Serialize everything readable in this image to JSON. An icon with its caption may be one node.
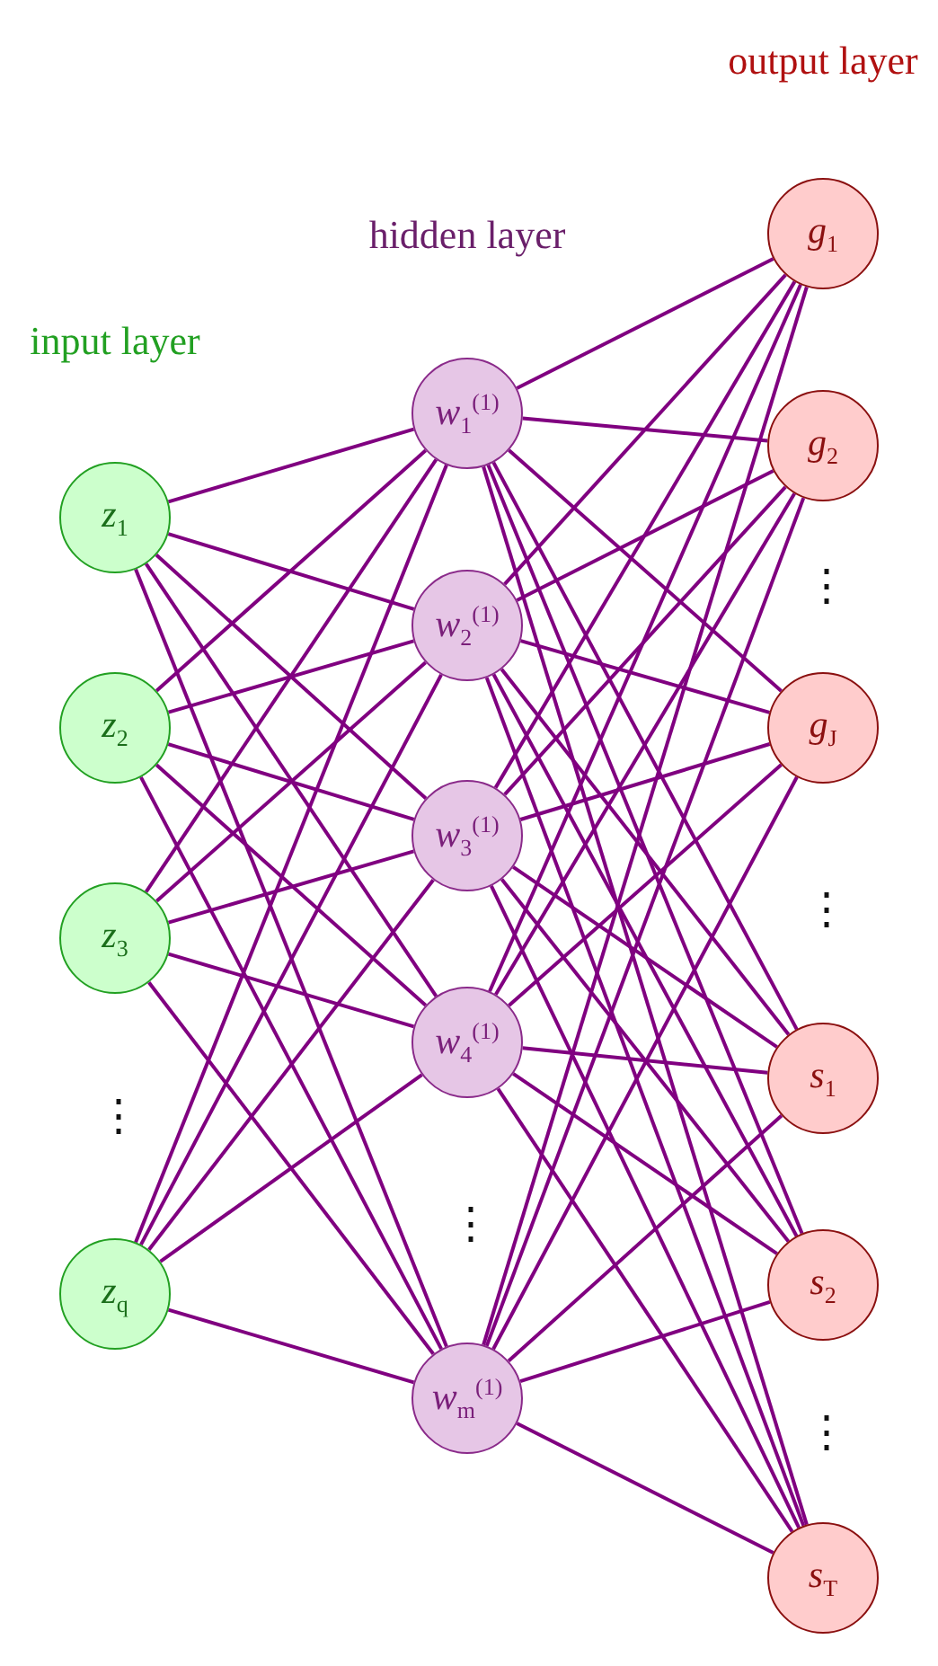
{
  "diagram": {
    "nodes": [
      {
        "text": [
          "*z*$_{1}$"
        ]
      },
      {
        "text": [
          "*z*$_{2}$"
        ]
      },
      {
        "text": [
          "*z*$_{3}$"
        ]
      },
      {
        "text": [
          "*z*$_{q}$"
        ]
      },
      {
        "text": [
          "*w*$_{1}$$^{(1)}$"
        ]
      },
      {
        "text": [
          "*w*$_{2}$$^{(1)}$"
        ]
      },
      {
        "text": [
          "*w*$_{3}$$^{(1)}$"
        ]
      },
      {
        "text": [
          "*w*$_{4}$$^{(1)}$"
        ]
      },
      {
        "text": [
          "*w*$_{m}$$^{(1)}$"
        ]
      },
      {
        "text": [
          "*g*$_{1}$"
        ]
      },
      {
        "text": [
          "*g*$_{2}$"
        ]
      },
      {
        "text": [
          "*g*$_{J}$"
        ]
      },
      {
        "text": [
          "*s*$_{1}$"
        ]
      },
      {
        "text": [
          "*s*$_{2}$"
        ]
      },
      {
        "text": [
          "*s*$_{T}$"
        ]
      }
    ],
    "edges": [
      {
        "from": 0,
        "to": 4,
        "arrow": "none"
      },
      {
        "from": 0,
        "to": 5,
        "arrow": "none"
      },
      {
        "from": 0,
        "to": 6,
        "arrow": "none"
      },
      {
        "from": 0,
        "to": 7,
        "arrow": "none"
      },
      {
        "from": 0,
        "to": 8,
        "arrow": "none"
      },
      {
        "from": 1,
        "to": 4,
        "arrow": "none"
      },
      {
        "from": 1,
        "to": 5,
        "arrow": "none"
      },
      {
        "from": 1,
        "to": 6,
        "arrow": "none"
      },
      {
        "from": 1,
        "to": 7,
        "arrow": "none"
      },
      {
        "from": 1,
        "to": 8,
        "arrow": "none"
      },
      {
        "from": 2,
        "to": 4,
        "arrow": "none"
      },
      {
        "from": 2,
        "to": 5,
        "arrow": "none"
      },
      {
        "from": 2,
        "to": 6,
        "arrow": "none"
      },
      {
        "from": 2,
        "to": 7,
        "arrow": "none"
      },
      {
        "from": 2,
        "to": 8,
        "arrow": "none"
      },
      {
        "from": 3,
        "to": 4,
        "arrow": "none"
      },
      {
        "from": 3,
        "to": 5,
        "arrow": "none"
      },
      {
        "from": 3,
        "to": 6,
        "arrow": "none"
      },
      {
        "from": 3,
        "to": 7,
        "arrow": "none"
      },
      {
        "from": 3,
        "to": 8,
        "arrow": "none"
      },
      {
        "from": 4,
        "to": 9,
        "arrow": "none"
      },
      {
        "from": 4,
        "to": 10,
        "arrow": "none"
      },
      {
        "from": 4,
        "to": 11,
        "arrow": "none"
      },
      {
        "from": 4,
        "to": 12,
        "arrow": "none"
      },
      {
        "from": 4,
        "to": 13,
        "arrow": "none"
      },
      {
        "from": 4,
        "to": 14,
        "arrow": "none"
      },
      {
        "from": 5,
        "to": 9,
        "arrow": "none"
      },
      {
        "from": 5,
        "to": 10,
        "arrow": "none"
      },
      {
        "from": 5,
        "to": 11,
        "arrow": "none"
      },
      {
        "from": 5,
        "to": 12,
        "arrow": "none"
      },
      {
        "from": 5,
        "to": 13,
        "arrow": "none"
      },
      {
        "from": 5,
        "to": 14,
        "arrow": "none"
      },
      {
        "from": 6,
        "to": 9,
        "arrow": "none"
      },
      {
        "from": 6,
        "to": 10,
        "arrow": "none"
      },
      {
        "from": 6,
        "to": 11,
        "arrow": "none"
      },
      {
        "from": 6,
        "to": 12,
        "arrow": "none"
      },
      {
        "from": 6,
        "to": 13,
        "arrow": "none"
      },
      {
        "from": 6,
        "to": 14,
        "arrow": "none"
      },
      {
        "from": 7,
        "to": 9,
        "arrow": "none"
      },
      {
        "from": 7,
        "to": 10,
        "arrow": "none"
      },
      {
        "from": 7,
        "to": 11,
        "arrow": "none"
      },
      {
        "from": 7,
        "to": 12,
        "arrow": "none"
      },
      {
        "from": 7,
        "to": 13,
        "arrow": "none"
      },
      {
        "from": 7,
        "to": 14,
        "arrow": "none"
      },
      {
        "from": 8,
        "to": 9,
        "arrow": "none"
      },
      {
        "from": 8,
        "to": 10,
        "arrow": "none"
      },
      {
        "from": 8,
        "to": 11,
        "arrow": "none"
      },
      {
        "from": 8,
        "to": 12,
        "arrow": "none"
      },
      {
        "from": 8,
        "to": 13,
        "arrow": "none"
      },
      {
        "from": 8,
        "to": 14,
        "arrow": "none"
      }
    ],
    "labels": [
      "output layer",
      "hidden layer",
      "input layer",
      "⋮",
      "⋮",
      "⋮",
      "⋮",
      "⋮"
    ]
  }
}
